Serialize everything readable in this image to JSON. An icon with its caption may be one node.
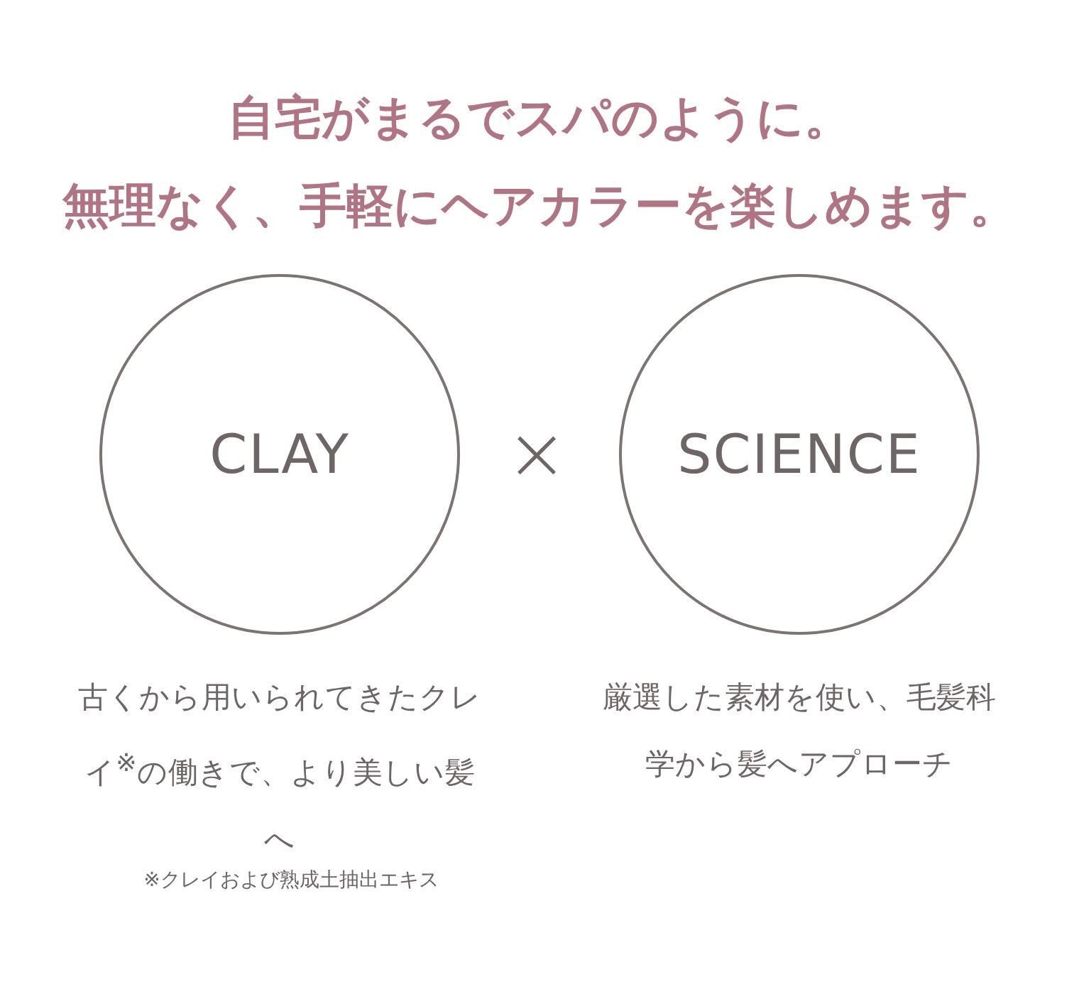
{
  "diagram": {
    "title": "自宅がまるでスパのように。無理なく、手軽にヘアカラーを楽しめます。",
    "nodes": [
      {
        "text": [
          "CLAY"
        ],
        "beside": [
          "古くから用いられてきたクレイ$^{※}$の働きで、より美しい髪へ"
        ]
      },
      {
        "text": [
          "SCIENCE"
        ],
        "beside": [
          "厳選した素材を使い、毛髪科学から髪へアプローチ"
        ]
      }
    ],
    "edges": [],
    "labels": [
      "×",
      "※クレイおよび熟成土抽出エキス"
    ]
  }
}
